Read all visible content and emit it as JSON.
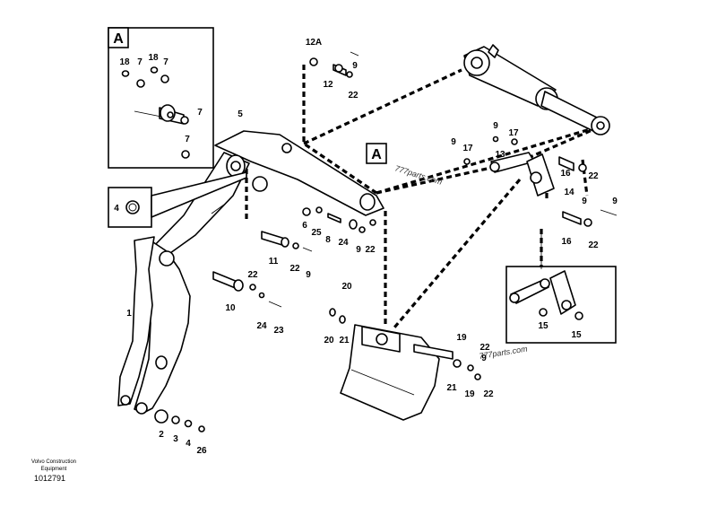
{
  "diagram": {
    "inset_a_label": "A",
    "callout_a_label": "A",
    "watermark_1": "777parts.com",
    "watermark_2": "777parts.com",
    "labels": {
      "l_18a": "18",
      "l_7a": "7",
      "l_18b": "18",
      "l_7b": "7",
      "l_7c": "7",
      "l_7d": "7",
      "l_12A": "12A",
      "l_9a": "9",
      "l_12": "12",
      "l_22a": "22",
      "l_5": "5",
      "l_4": "4",
      "l_9b": "9",
      "l_17a": "17",
      "l_9c": "9",
      "l_17b": "17",
      "l_13": "13",
      "l_16a": "16",
      "l_22b": "22",
      "l_14": "14",
      "l_9d": "9",
      "l_9e": "9",
      "l_16b": "16",
      "l_22c": "22",
      "l_6": "6",
      "l_25": "25",
      "l_8": "8",
      "l_24a": "24",
      "l_9f": "9",
      "l_22d": "22",
      "l_11": "11",
      "l_22e": "22",
      "l_9g": "9",
      "l_22f": "22",
      "l_10": "10",
      "l_24b": "24",
      "l_23": "23",
      "l_1": "1",
      "l_20a": "20",
      "l_20b": "20",
      "l_21a": "21",
      "l_19a": "19",
      "l_22g": "22",
      "l_9h": "9",
      "l_21b": "21",
      "l_19b": "19",
      "l_22h": "22",
      "l_15a": "15",
      "l_15b": "15",
      "l_2": "2",
      "l_3": "3",
      "l_4b": "4",
      "l_26": "26"
    }
  },
  "footer": {
    "brand_line1": "Volvo Construction",
    "brand_line2": "Equipment",
    "doc_number": "1012791"
  }
}
